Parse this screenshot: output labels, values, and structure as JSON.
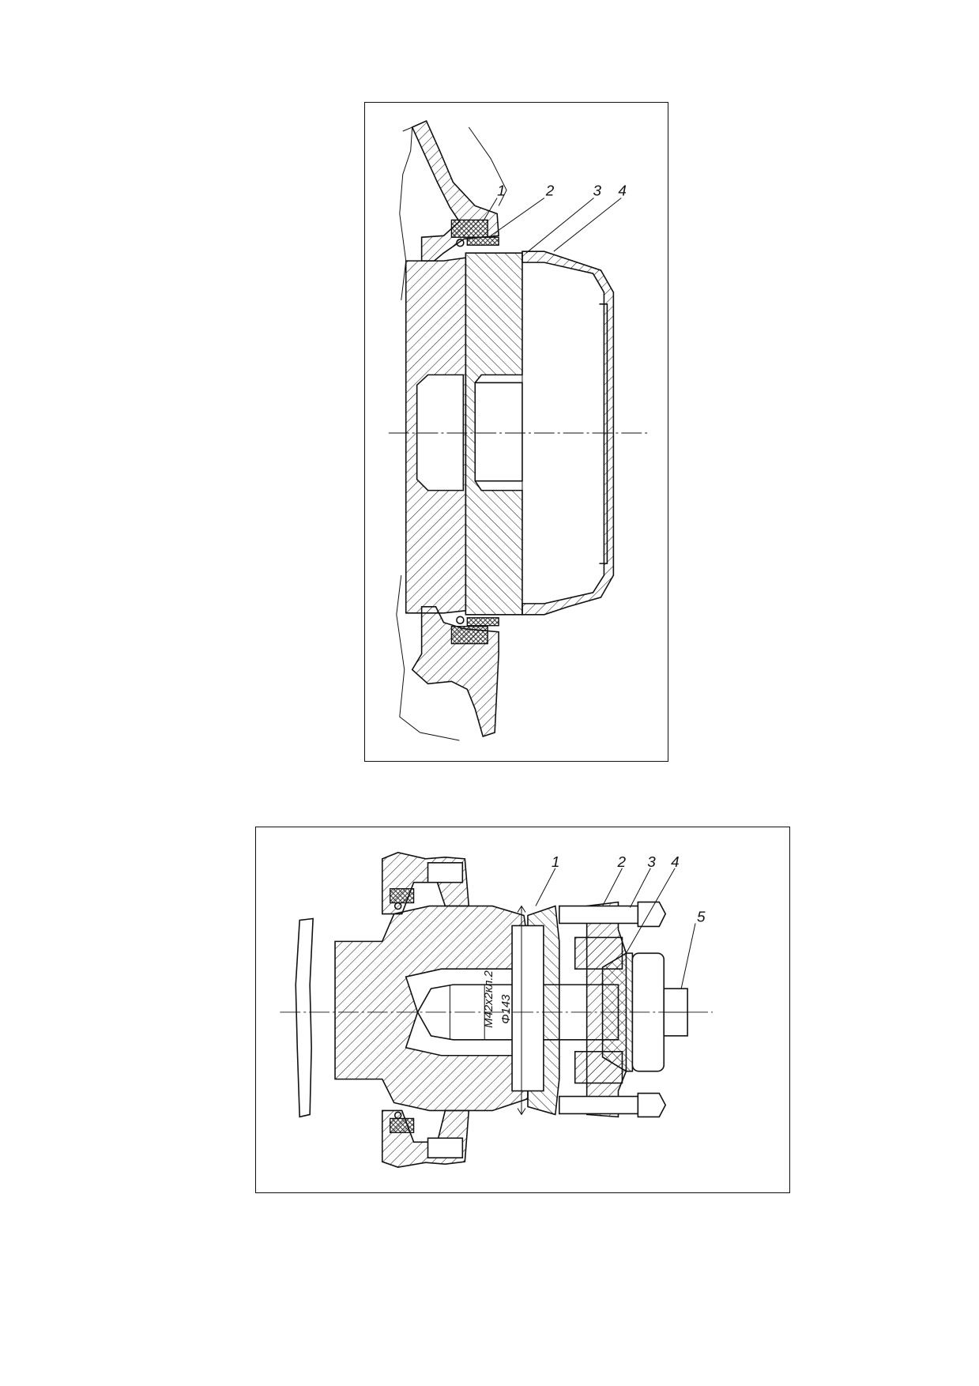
{
  "figure_top": {
    "callouts": [
      "1",
      "2",
      "3",
      "4"
    ]
  },
  "figure_bottom": {
    "callouts": [
      "1",
      "2",
      "3",
      "4",
      "5"
    ],
    "dimension_thread": "M42x2кл.2",
    "dimension_diameter": "Φ143"
  }
}
